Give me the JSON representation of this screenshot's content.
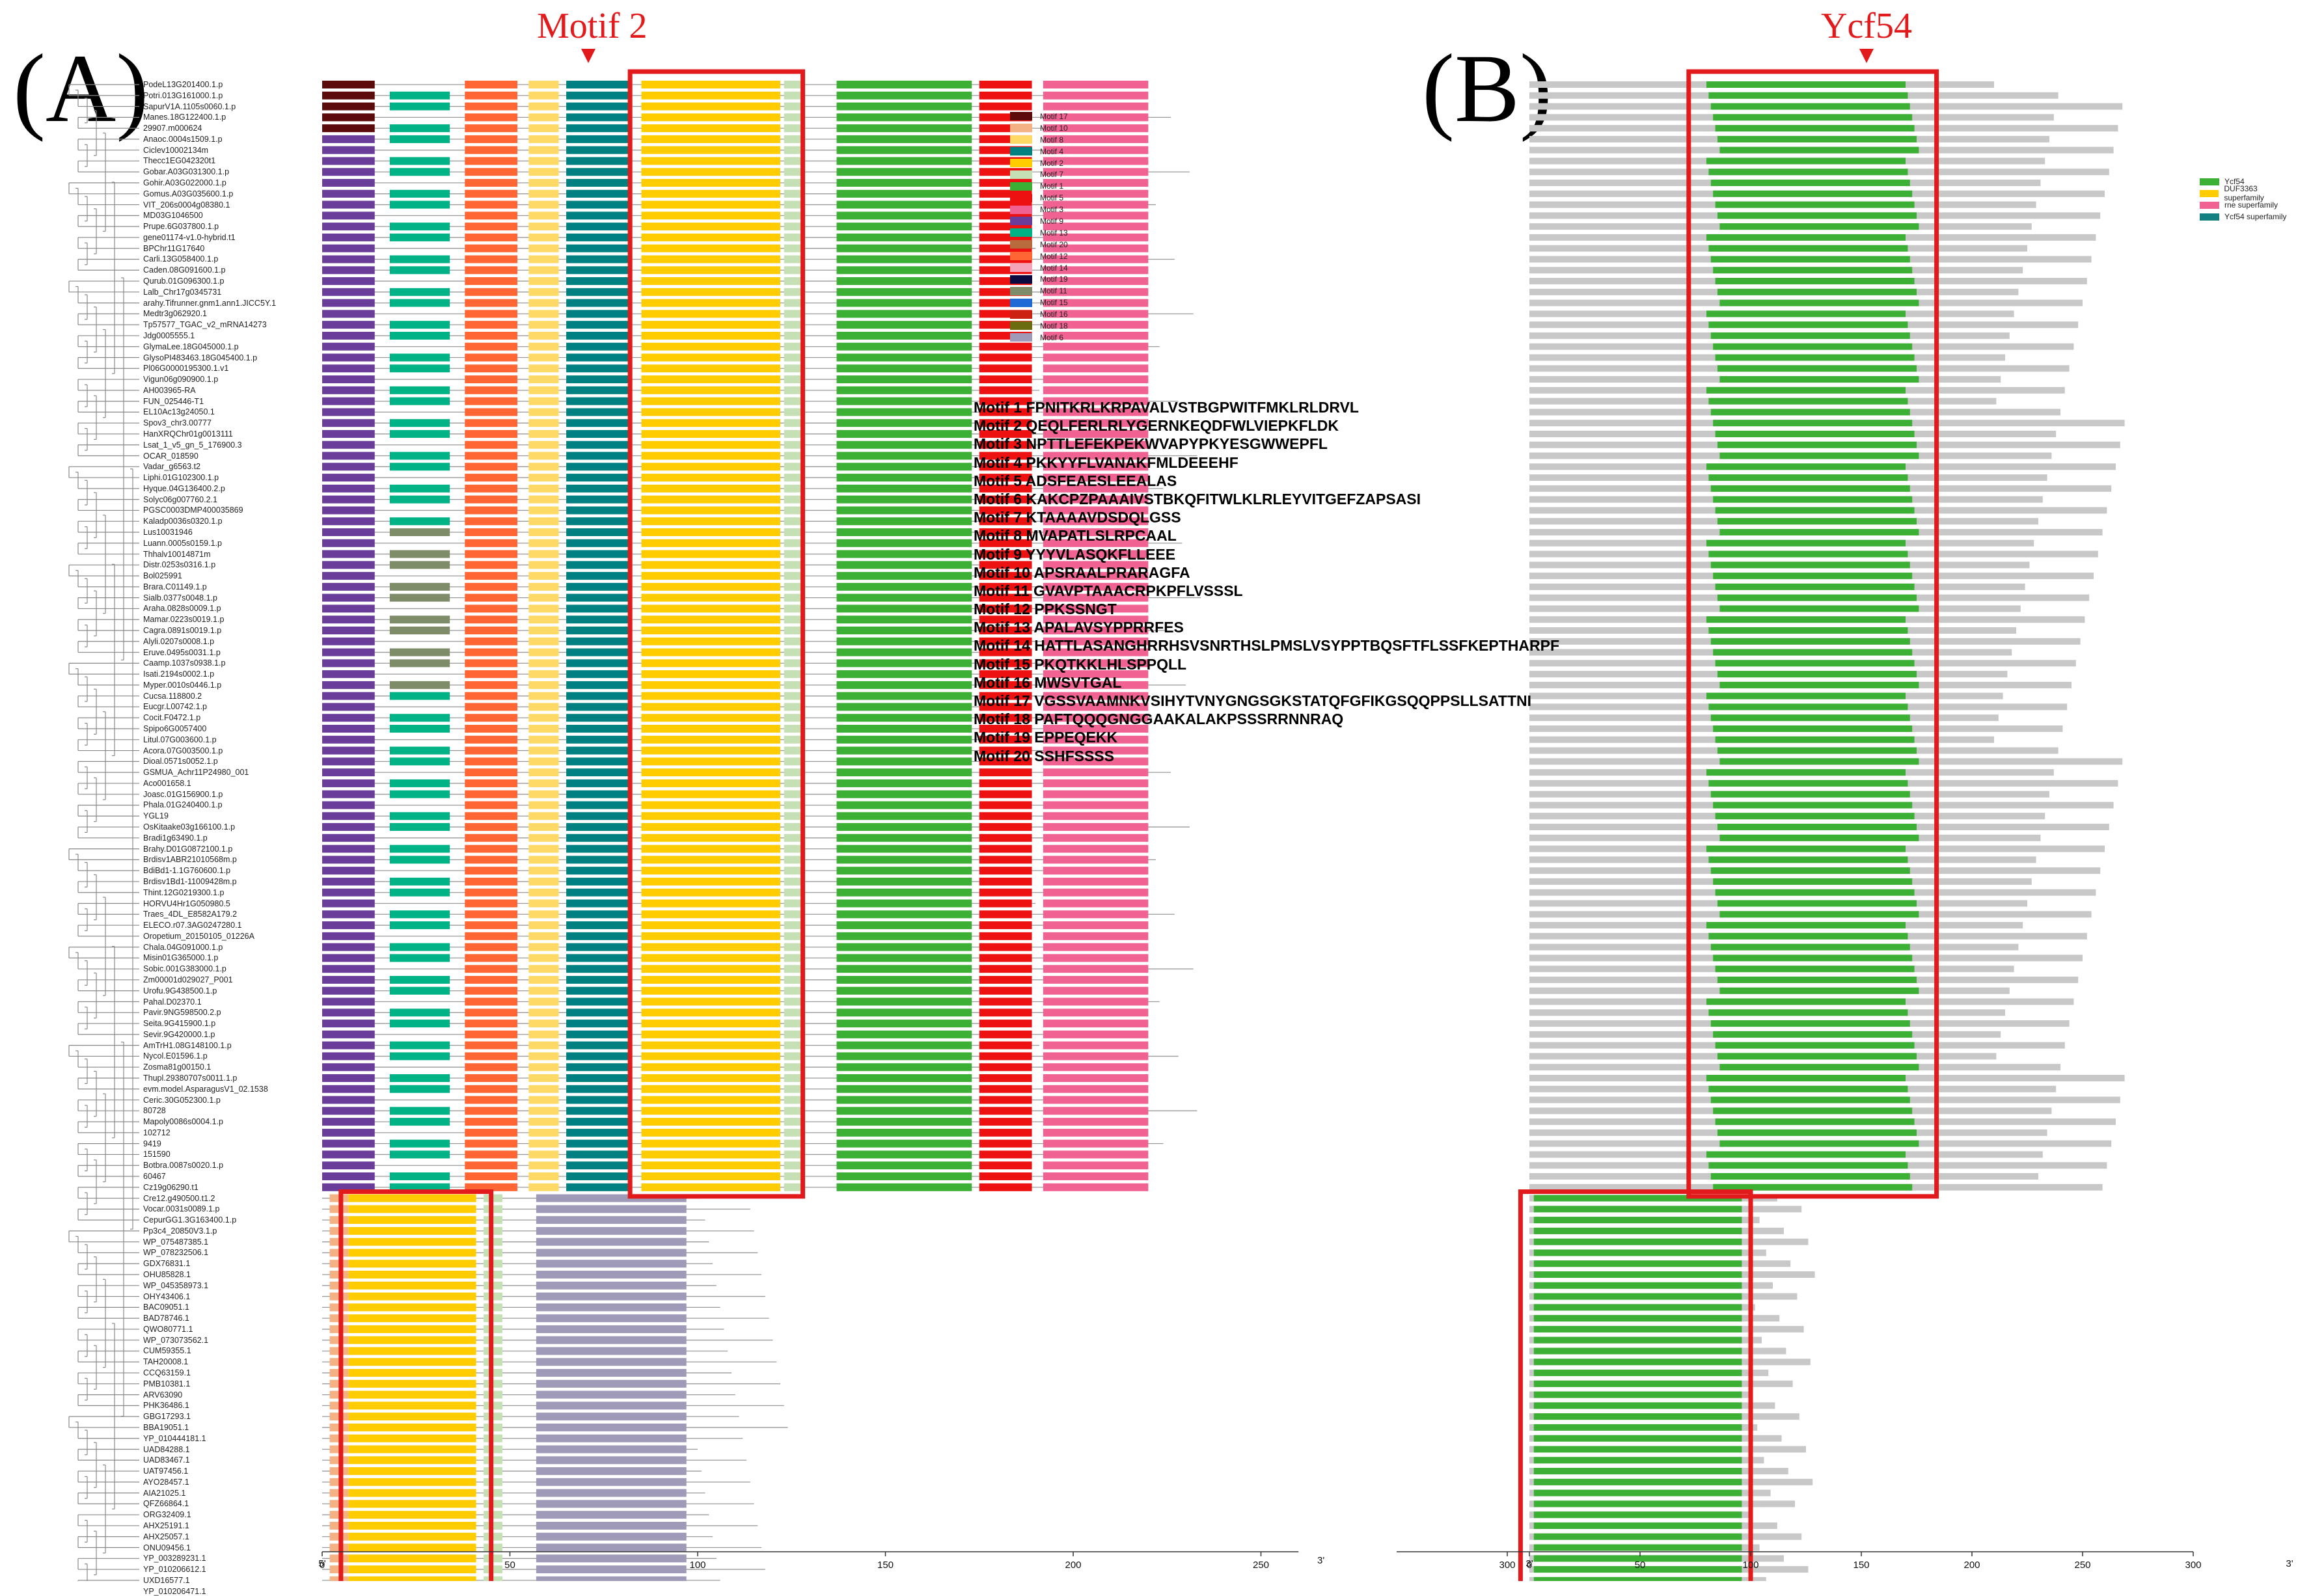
{
  "panels": {
    "a": {
      "letter": "(A)",
      "highlight_title": "Motif 2"
    },
    "b": {
      "letter": "(B)",
      "highlight_title": "Ycf54"
    }
  },
  "colors": {
    "highlight_box": "#e31a1c",
    "motif17": "#5c0a0a",
    "motif10": "#f4b183",
    "motif8": "#ffd966",
    "motif4": "#008080",
    "motif2": "#ffcc00",
    "motif7": "#c5e0b4",
    "motif1": "#3cb034",
    "motif5": "#ee1111",
    "motif3": "#f06292",
    "motif9": "#6a3d9a",
    "motif13": "#00b386",
    "motif20": "#b86b3c",
    "motif12": "#ff6633",
    "motif14": "#f5a3b8",
    "motif19": "#0a0a40",
    "motif11": "#7f8c6a",
    "motif15": "#1f6bd6",
    "motif16": "#cc2211",
    "motif18": "#6b6b10",
    "motif6": "#9e9ab8",
    "dom_ycf54": "#3cb034",
    "dom_duf3363": "#ffcc00",
    "dom_rne": "#f06292",
    "dom_ycf54sf": "#128080",
    "protein_bar": "#c8c8c8"
  },
  "taxa": [
    "PodeL13G201400.1.p",
    "Potri.013G161000.1.p",
    "SapurV1A.1105s0060.1.p",
    "Manes.18G122400.1.p",
    "29907.m000624",
    "Anaoc.0004s1509.1.p",
    "Ciclev10002134m",
    "Thecc1EG042320t1",
    "Gobar.A03G031300.1.p",
    "Gohir.A03G022000.1.p",
    "Gomus.A03G035600.1.p",
    "VIT_206s0004g08380.1",
    "MD03G1046500",
    "Prupe.6G037800.1.p",
    "gene01174-v1.0-hybrid.t1",
    "BPChr11G17640",
    "Carli.13G058400.1.p",
    "Caden.08G091600.1.p",
    "Qurub.01G096300.1.p",
    "Lalb_Chr17g0345731",
    "arahy.Tifrunner.gnm1.ann1.JICC5Y.1",
    "Medtr3g062920.1",
    "Tp57577_TGAC_v2_mRNA14273",
    "Jdg0005555.1",
    "GlymaLee.18G045000.1.p",
    "GlysoPI483463.18G045400.1.p",
    "Pl06G0000195300.1.v1",
    "Vigun06g090900.1.p",
    "AH003965-RA",
    "FUN_025446-T1",
    "EL10Ac13g24050.1",
    "Spov3_chr3.00777",
    "HanXRQChr01g0013111",
    "Lsat_1_v5_gn_5_176900.3",
    "OCAR_018590",
    "Vadar_g6563.t2",
    "Liphi.01G102300.1.p",
    "Hyque.04G136400.2.p",
    "Solyc06g007760.2.1",
    "PGSC0003DMP400035869",
    "Kaladp0036s0320.1.p",
    "Lus10031946",
    "Luann.0005s0159.1.p",
    "Thhalv10014871m",
    "Distr.0253s0316.1.p",
    "Bol025991",
    "Brara.C01149.1.p",
    "Sialb.0377s0048.1.p",
    "Araha.0828s0009.1.p",
    "Mamar.0223s0019.1.p",
    "Cagra.0891s0019.1.p",
    "Alyli.0207s0008.1.p",
    "Eruve.0495s0031.1.p",
    "Caamp.1037s0938.1.p",
    "Isati.2194s0002.1.p",
    "Myper.0010s0446.1.p",
    "Cucsa.118800.2",
    "Eucgr.L00742.1.p",
    "Cocit.F0472.1.p",
    "Spipo6G0057400",
    "Litul.07G003600.1.p",
    "Acora.07G003500.1.p",
    "Dioal.0571s0052.1.p",
    "GSMUA_Achr11P24980_001",
    "Aco001658.1",
    "Joasc.01G156900.1.p",
    "Phala.01G240400.1.p",
    "YGL19",
    "OsKitaake03g166100.1.p",
    "Bradi1g63490.1.p",
    "Brahy.D01G0872100.1.p",
    "Brdisv1ABR21010568m.p",
    "BdiBd1-1.1G760600.1.p",
    "Brdisv1Bd1-11009428m.p",
    "Thint.12G0219300.1.p",
    "HORVU4Hr1G050980.5",
    "Traes_4DL_E8582A179.2",
    "ELECO.r07.3AG0247280.1",
    "Oropetium_20150105_01226A",
    "Chala.04G091000.1.p",
    "Misin01G365000.1.p",
    "Sobic.001G383000.1.p",
    "Zm00001d029027_P001",
    "Urofu.9G438500.1.p",
    "Pahal.D02370.1",
    "Pavir.9NG598500.2.p",
    "Seita.9G415900.1.p",
    "Sevir.9G420000.1.p",
    "AmTrH1.08G148100.1.p",
    "Nycol.E01596.1.p",
    "Zosma81g00150.1",
    "Thupl.29380707s0011.1.p",
    "evm.model.AsparagusV1_02.1538",
    "Ceric.30G052300.1.p",
    "80728",
    "Mapoly0086s0004.1.p",
    "102712",
    "9419",
    "151590",
    "Botbra.0087s0020.1.p",
    "60467",
    "Cz19g06290.t1",
    "Cre12.g490500.t1.2",
    "Vocar.0031s0089.1.p",
    "CepurGG1.3G163400.1.p",
    "Pp3c4_20850V3.1.p",
    "WP_075487385.1",
    "WP_078232506.1",
    "GDX76831.1",
    "OHU85828.1",
    "WP_045358973.1",
    "OHY43406.1",
    "BAC09051.1",
    "BAD78746.1",
    "QWO80771.1",
    "WP_073073562.1",
    "CUM59355.1",
    "TAH20008.1",
    "CCQ63159.1",
    "PMB10381.1",
    "ARV63090",
    "PHK36486.1",
    "GBG17293.1",
    "BBA19051.1",
    "YP_010444181.1",
    "UAD84288.1",
    "UAD83467.1",
    "UAT97456.1",
    "AYO28457.1",
    "AIA21025.1",
    "QFZ66864.1",
    "ORG32409.1",
    "AHX25191.1",
    "AHX25057.1",
    "ONU09456.1",
    "YP_003289231.1",
    "YP_010206612.1",
    "UXD16577.1",
    "YP_010206471.1"
  ],
  "motif_legend": [
    {
      "label": "Motif 17",
      "color": "#5c0a0a"
    },
    {
      "label": "Motif 10",
      "color": "#f4b183"
    },
    {
      "label": "Motif 8",
      "color": "#ffd966"
    },
    {
      "label": "Motif 4",
      "color": "#008080"
    },
    {
      "label": "Motif 2",
      "color": "#ffcc00"
    },
    {
      "label": "Motif 7",
      "color": "#c5e0b4"
    },
    {
      "label": "Motif 1",
      "color": "#3cb034"
    },
    {
      "label": "Motif 5",
      "color": "#ee1111"
    },
    {
      "label": "Motif 3",
      "color": "#f06292"
    },
    {
      "label": "Motif 9",
      "color": "#6a3d9a"
    },
    {
      "label": "Motif 13",
      "color": "#00b386"
    },
    {
      "label": "Motif 20",
      "color": "#b86b3c"
    },
    {
      "label": "Motif 12",
      "color": "#ff6633"
    },
    {
      "label": "Motif 14",
      "color": "#f5a3b8"
    },
    {
      "label": "Motif 19",
      "color": "#0a0a40"
    },
    {
      "label": "Motif 11",
      "color": "#7f8c6a"
    },
    {
      "label": "Motif 15",
      "color": "#1f6bd6"
    },
    {
      "label": "Motif 16",
      "color": "#cc2211"
    },
    {
      "label": "Motif 18",
      "color": "#6b6b10"
    },
    {
      "label": "Motif 6",
      "color": "#9e9ab8"
    }
  ],
  "motif_sequences": [
    "Motif 1 FPNITKRLKRPAVALVSTBGPWITFMKLRLDRVL",
    "Motif 2 QEQLFERLRLYGERNKEQDFWLVIEPKFLDK",
    "Motif 3 NPTTLEFEKPEKWVAPYPKYESGWWEPFL",
    "Motif 4 PKKYYFLVANAKFMLDEEEHF",
    "Motif 5 ADSFEAESLEEALAS",
    "Motif 6 KAKCPZPAAAIVSTBKQFITWLKLRLEYVITGEFZAPSASI",
    "Motif 7 KTAAAAVDSDQLGSS",
    "Motif 8 MVAPATLSLRPCAAL",
    "Motif 9 YYYVLASQKFLLEEE",
    "Motif 10 APSRAALPRARAGFA",
    "Motif 11 GVAVPTAAACRPKPFLVSSSL",
    "Motif 12 PPKSSNGT",
    "Motif 13 APALAVSYPPRRFES",
    "Motif 14 HATTLASANGHRRHSVSNRTHSLPMSLVSYPPTBQSFTFLSSFKEPTHARPF",
    "Motif 15 PKQTKKLHLSPPQLL",
    "Motif 16 MWSVTGAL",
    "Motif 17 VGSSVAAMNKVSIHYTVNYGNGSGKSTATQFGFIKGSQQPPSLLSATTNI",
    "Motif 18 PAFTQQQGNGGAAKALAKPSSSRRNNRAQ",
    "Motif 19 EPPEQEKK",
    "Motif 20 SSHFSSSS"
  ],
  "domain_legend": [
    {
      "label": "Ycf54",
      "color": "#3cb034"
    },
    {
      "label": "DUF3363 superfamily",
      "color": "#ffcc00"
    },
    {
      "label": "rne superfamily",
      "color": "#f06292"
    },
    {
      "label": "Ycf54 superfamily",
      "color": "#128080"
    }
  ],
  "axis_a": {
    "ticks": [
      "0",
      "50",
      "100",
      "150",
      "200",
      "250"
    ],
    "end_label_left": "5'",
    "end_label_right": "3'"
  },
  "axis_b": {
    "ticks": [
      "300",
      "0",
      "50",
      "100",
      "150",
      "200",
      "250",
      "300"
    ],
    "end_label_left": "3'",
    "end_label_right": "3'"
  }
}
